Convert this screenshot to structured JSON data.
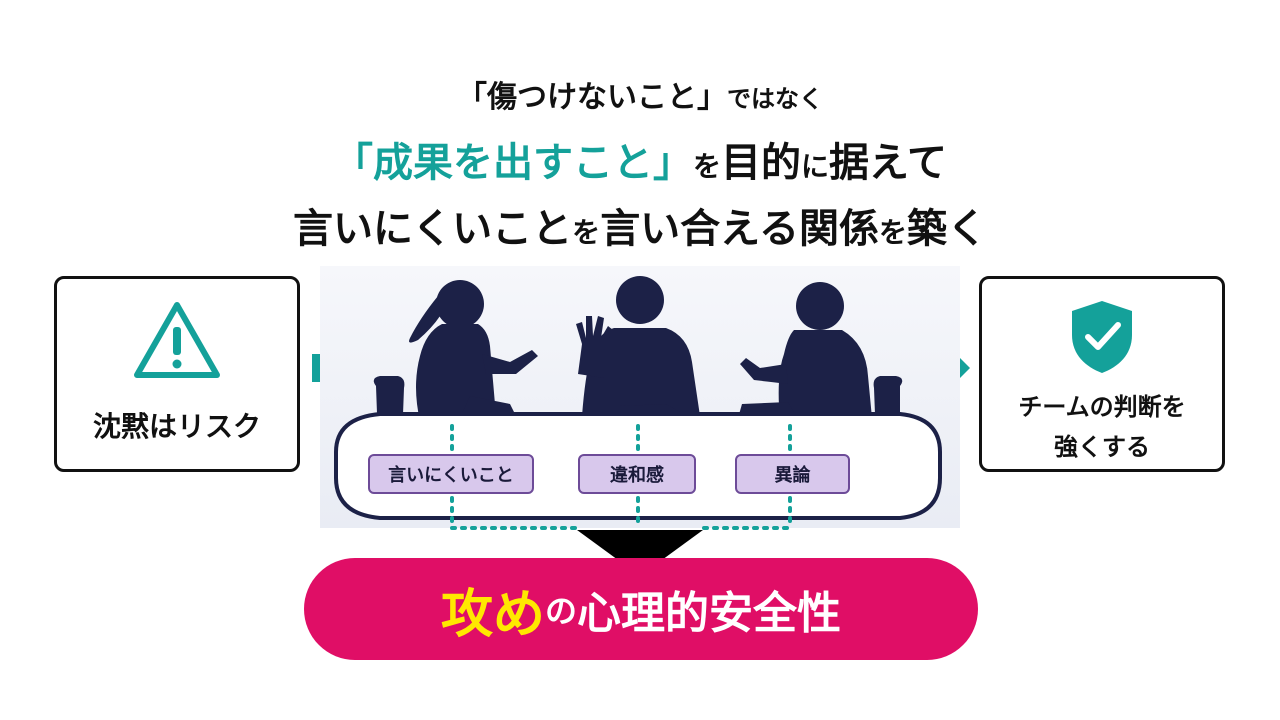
{
  "headline": {
    "line1": {
      "part1": "「傷つけないこと」",
      "part2": "ではなく"
    },
    "line2": {
      "accent": "「成果を出すこと」",
      "part2": "を",
      "part3": "目的",
      "part4": "に",
      "part5": "据えて"
    },
    "line3": {
      "part1": "言いにくいこと",
      "part2": "を",
      "part3": "言い合える関係",
      "part4": "を",
      "part5": "築く"
    }
  },
  "left_box": {
    "label": "沈黙はリスク",
    "icon": "warning-icon"
  },
  "right_box": {
    "label_line1": "チームの判断を",
    "label_line2": "強くする",
    "icon": "shield-check-icon"
  },
  "chips": [
    "言いにくいこと",
    "違和感",
    "異論"
  ],
  "result": {
    "part1": "攻め",
    "part2": "の",
    "part3": "心理的安全性"
  },
  "colors": {
    "accent_teal": "#14a19a",
    "result_magenta": "#e00e66",
    "result_yellow": "#ffe800",
    "chip_fill": "#d8c8ec",
    "chip_border": "#6d4b98",
    "silhouette": "#1c2147"
  }
}
